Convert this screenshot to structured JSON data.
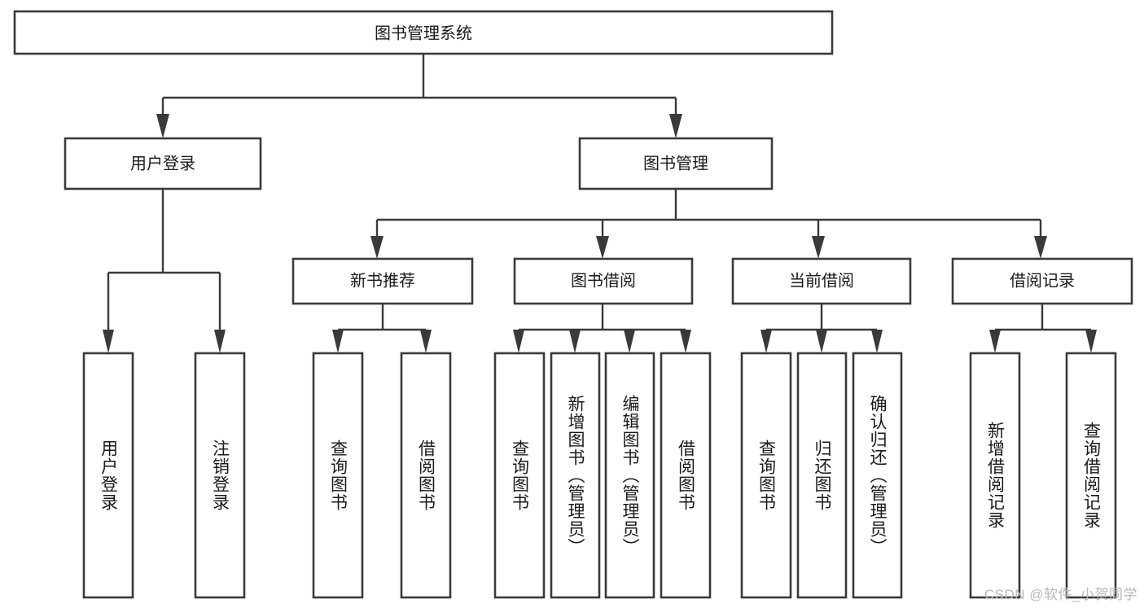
{
  "diagram": {
    "type": "tree-hierarchy",
    "orientation": "top-down",
    "root": {
      "id": "root",
      "label": "图书管理系统"
    },
    "level1": [
      {
        "id": "user-login",
        "label": "用户登录"
      },
      {
        "id": "book-manage",
        "label": "图书管理"
      }
    ],
    "level2": [
      {
        "id": "new-book-rec",
        "label": "新书推荐",
        "parent": "book-manage"
      },
      {
        "id": "book-borrow",
        "label": "图书借阅",
        "parent": "book-manage"
      },
      {
        "id": "current-borrow",
        "label": "当前借阅",
        "parent": "book-manage"
      },
      {
        "id": "borrow-record",
        "label": "借阅记录",
        "parent": "book-manage"
      }
    ],
    "leaves": [
      {
        "id": "leaf-user-login",
        "label": "用户登录",
        "parent": "user-login"
      },
      {
        "id": "leaf-logout",
        "label": "注销登录",
        "parent": "user-login"
      },
      {
        "id": "leaf-query-book-1",
        "label": "查询图书",
        "parent": "new-book-rec"
      },
      {
        "id": "leaf-borrow-book-1",
        "label": "借阅图书",
        "parent": "new-book-rec"
      },
      {
        "id": "leaf-query-book-2",
        "label": "查询图书",
        "parent": "book-borrow"
      },
      {
        "id": "leaf-add-book",
        "label": "新增图书（管理员）",
        "parent": "book-borrow"
      },
      {
        "id": "leaf-edit-book",
        "label": "编辑图书（管理员）",
        "parent": "book-borrow"
      },
      {
        "id": "leaf-borrow-book-2",
        "label": "借阅图书",
        "parent": "book-borrow"
      },
      {
        "id": "leaf-query-book-3",
        "label": "查询图书",
        "parent": "current-borrow"
      },
      {
        "id": "leaf-return-book",
        "label": "归还图书",
        "parent": "current-borrow"
      },
      {
        "id": "leaf-confirm-return",
        "label": "确认归还（管理员）",
        "parent": "current-borrow"
      },
      {
        "id": "leaf-add-record",
        "label": "新增借阅记录",
        "parent": "borrow-record"
      },
      {
        "id": "leaf-query-record",
        "label": "查询借阅记录",
        "parent": "borrow-record"
      }
    ],
    "colors": {
      "box_stroke": "#3a3a3a",
      "box_fill": "#ffffff",
      "connector": "#3a3a3a",
      "text": "#1a1a1a",
      "background": "#ffffff",
      "watermark": "#b9b9b9"
    }
  },
  "watermark": {
    "text": "CSDN @软件_小贺同学"
  }
}
